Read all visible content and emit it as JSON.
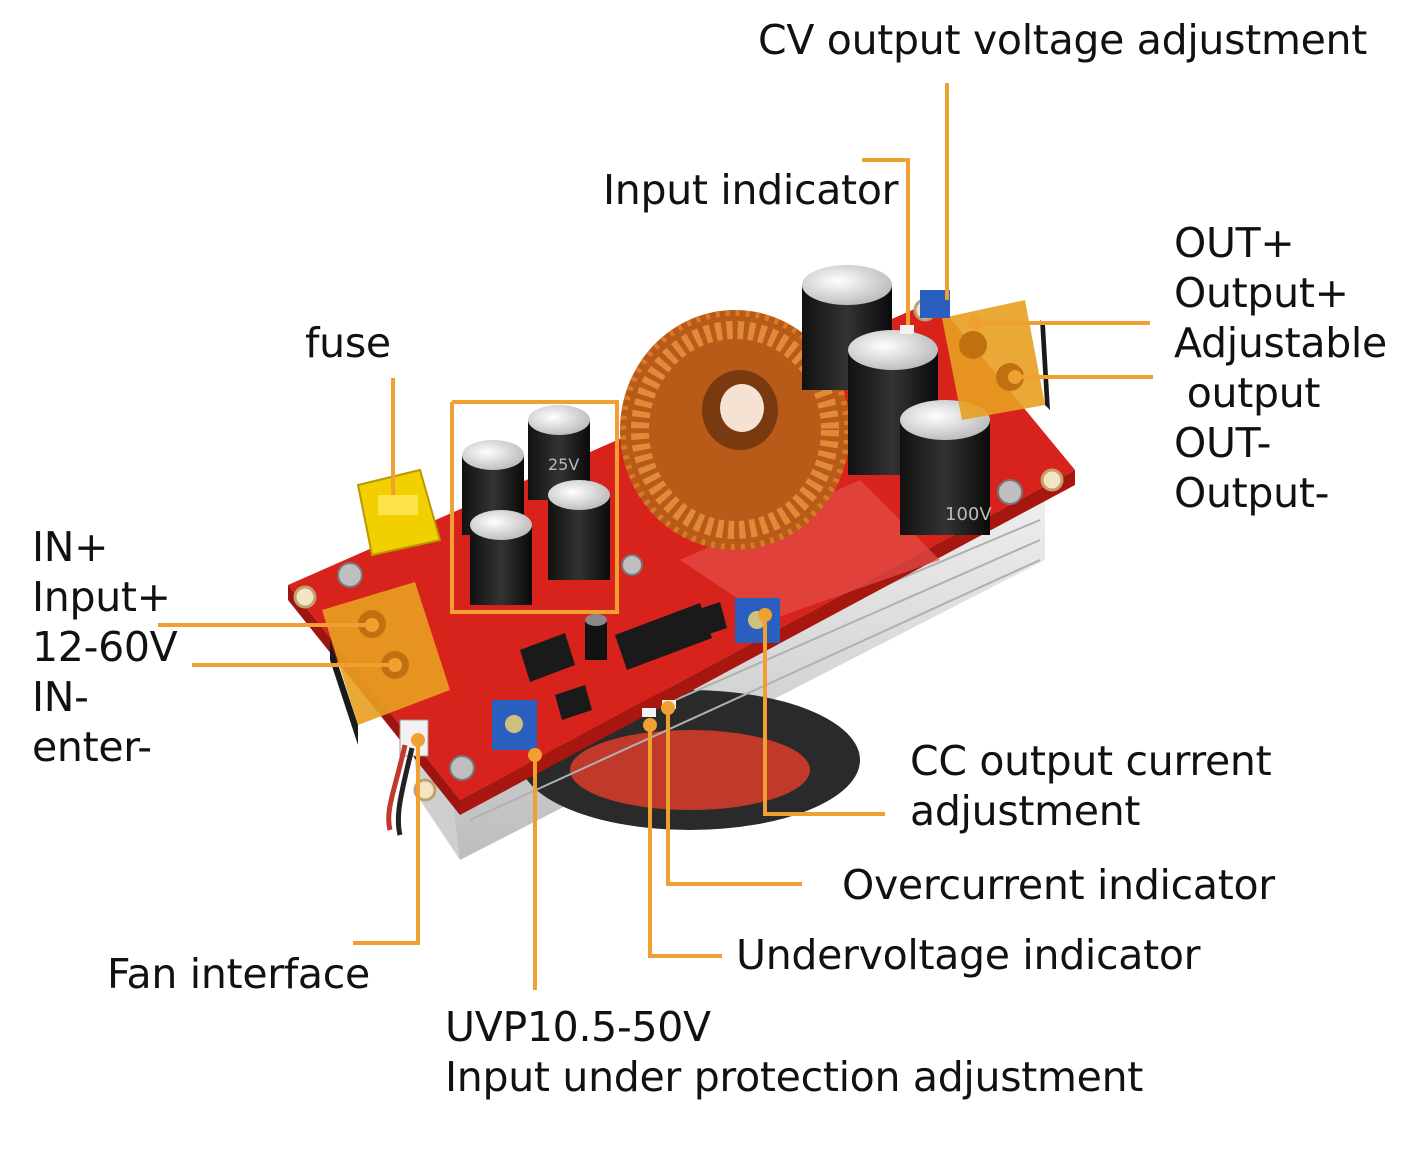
{
  "labels": {
    "cv_adjust": "CV output voltage adjustment",
    "input_indicator": "Input indicator",
    "out_plus": "OUT+",
    "output_plus": "Output+",
    "adjustable": "Adjustable",
    "output": " output",
    "out_minus": "OUT-",
    "output_minus": "Output-",
    "fuse": "fuse",
    "in_plus": "IN+",
    "input_plus": "Input+",
    "voltage_range": "12-60V",
    "in_minus": "IN-",
    "enter_minus": "enter-",
    "cc_line1": "CC output current",
    "cc_line2": "adjustment",
    "overcurrent": "Overcurrent indicator",
    "undervoltage": "Undervoltage indicator",
    "fan": "Fan interface",
    "uvp_range": "UVP10.5-50V",
    "uvp_desc": "Input under protection adjustment"
  },
  "components": {
    "capacitor_marking_small": "25V",
    "capacitor_marking_large": "100V"
  },
  "colors": {
    "leader": "#f0a030",
    "pcb": "#d8221c",
    "heatsink": "#dcdcdc",
    "copper": "#c8641e",
    "fuse": "#f2d000",
    "terminal": "#e8a020",
    "pot": "#2a5fc0"
  }
}
